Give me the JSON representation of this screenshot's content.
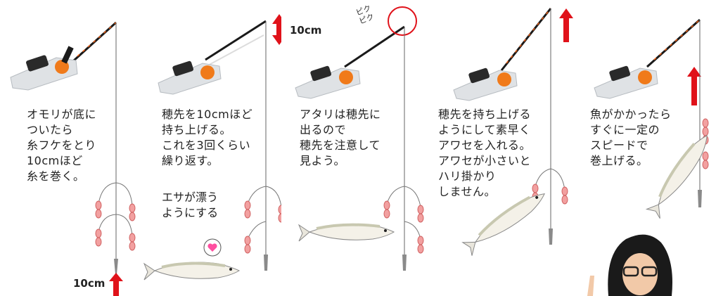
{
  "steps": [
    {
      "caption": "オモリが底に\nついたら\n糸フケをとり\n10cmほど\n糸を巻く。",
      "measure": "10cm"
    },
    {
      "caption": "穂先を10cmほど\n持ち上げる。\nこれを3回くらい\n繰り返す。",
      "measure": "10cm",
      "note": "エサが漂う\nようにする"
    },
    {
      "caption": "アタリは穂先に\n出るので\n穂先を注意して\n見よう。",
      "sound": "ピク\nピク"
    },
    {
      "caption": "穂先を持ち上げる\nようにして素早く\nアワセを入れる。\nアワセが小さいと\nハリ掛かり\nしません。"
    },
    {
      "caption": "魚がかかったら\nすぐに一定の\nスピードで\n巻上げる。"
    }
  ],
  "colors": {
    "arrow": "#e0121a",
    "reel_body": "#d9dcdf",
    "reel_accent": "#f07a1a",
    "rod": "#1a1a1a",
    "lure": "#f2a0a0",
    "sinker": "#8a8a8a",
    "fish_back": "#c8c8b0"
  },
  "icons": [
    "reel-icon",
    "rod-icon",
    "fishing-line-icon",
    "sinker-icon",
    "bait-rig-icon",
    "fish-icon",
    "up-arrow-icon",
    "double-arrow-icon",
    "heart-icon",
    "circle-highlight-icon",
    "woman-portrait-icon"
  ]
}
